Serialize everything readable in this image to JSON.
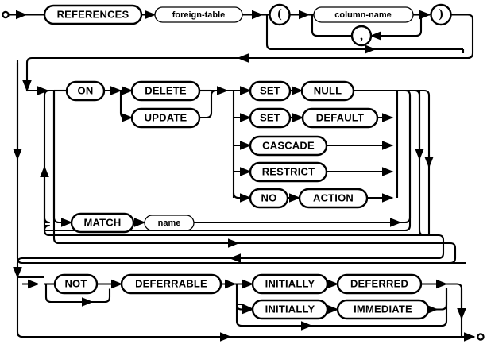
{
  "diagram": {
    "type": "railroad-syntax-diagram",
    "name": "foreign-key-clause",
    "stroke_color": "#000000",
    "background_color": "#ffffff",
    "start_marker": "circle",
    "end_marker": "circle",
    "rows": [
      {
        "id": "row-references",
        "nodes": [
          {
            "id": "references",
            "label": "REFERENCES",
            "kind": "terminal"
          },
          {
            "id": "foreign-table",
            "label": "foreign-table",
            "kind": "nonterminal"
          },
          {
            "id": "lparen",
            "label": "(",
            "kind": "terminal-punct"
          },
          {
            "id": "column-name",
            "label": "column-name",
            "kind": "nonterminal"
          },
          {
            "id": "comma",
            "label": ",",
            "kind": "terminal-punct"
          },
          {
            "id": "rparen",
            "label": ")",
            "kind": "terminal-punct"
          }
        ]
      },
      {
        "id": "row-on-match",
        "nodes": [
          {
            "id": "on",
            "label": "ON",
            "kind": "terminal"
          },
          {
            "id": "delete",
            "label": "DELETE",
            "kind": "terminal"
          },
          {
            "id": "update",
            "label": "UPDATE",
            "kind": "terminal"
          },
          {
            "id": "set-null-set",
            "label": "SET",
            "kind": "terminal"
          },
          {
            "id": "null",
            "label": "NULL",
            "kind": "terminal"
          },
          {
            "id": "set-default-set",
            "label": "SET",
            "kind": "terminal"
          },
          {
            "id": "default",
            "label": "DEFAULT",
            "kind": "terminal"
          },
          {
            "id": "cascade",
            "label": "CASCADE",
            "kind": "terminal"
          },
          {
            "id": "restrict",
            "label": "RESTRICT",
            "kind": "terminal"
          },
          {
            "id": "no",
            "label": "NO",
            "kind": "terminal"
          },
          {
            "id": "action",
            "label": "ACTION",
            "kind": "terminal"
          },
          {
            "id": "match",
            "label": "MATCH",
            "kind": "terminal"
          },
          {
            "id": "name",
            "label": "name",
            "kind": "nonterminal"
          }
        ]
      },
      {
        "id": "row-deferrable",
        "nodes": [
          {
            "id": "not",
            "label": "NOT",
            "kind": "terminal"
          },
          {
            "id": "deferrable",
            "label": "DEFERRABLE",
            "kind": "terminal"
          },
          {
            "id": "initially-deferred-initially",
            "label": "INITIALLY",
            "kind": "terminal"
          },
          {
            "id": "deferred",
            "label": "DEFERRED",
            "kind": "terminal"
          },
          {
            "id": "initially-immediate-initially",
            "label": "INITIALLY",
            "kind": "terminal"
          },
          {
            "id": "immediate",
            "label": "IMMEDIATE",
            "kind": "terminal"
          }
        ]
      }
    ],
    "labels": {
      "references": "REFERENCES",
      "foreign_table": "foreign-table",
      "lparen": "(",
      "column_name": "column-name",
      "comma": ",",
      "rparen": ")",
      "on": "ON",
      "delete": "DELETE",
      "update": "UPDATE",
      "set1": "SET",
      "null": "NULL",
      "set2": "SET",
      "default": "DEFAULT",
      "cascade": "CASCADE",
      "restrict": "RESTRICT",
      "no": "NO",
      "action": "ACTION",
      "match": "MATCH",
      "name": "name",
      "not": "NOT",
      "deferrable": "DEFERRABLE",
      "initially1": "INITIALLY",
      "deferred": "DEFERRED",
      "initially2": "INITIALLY",
      "immediate": "IMMEDIATE"
    }
  }
}
